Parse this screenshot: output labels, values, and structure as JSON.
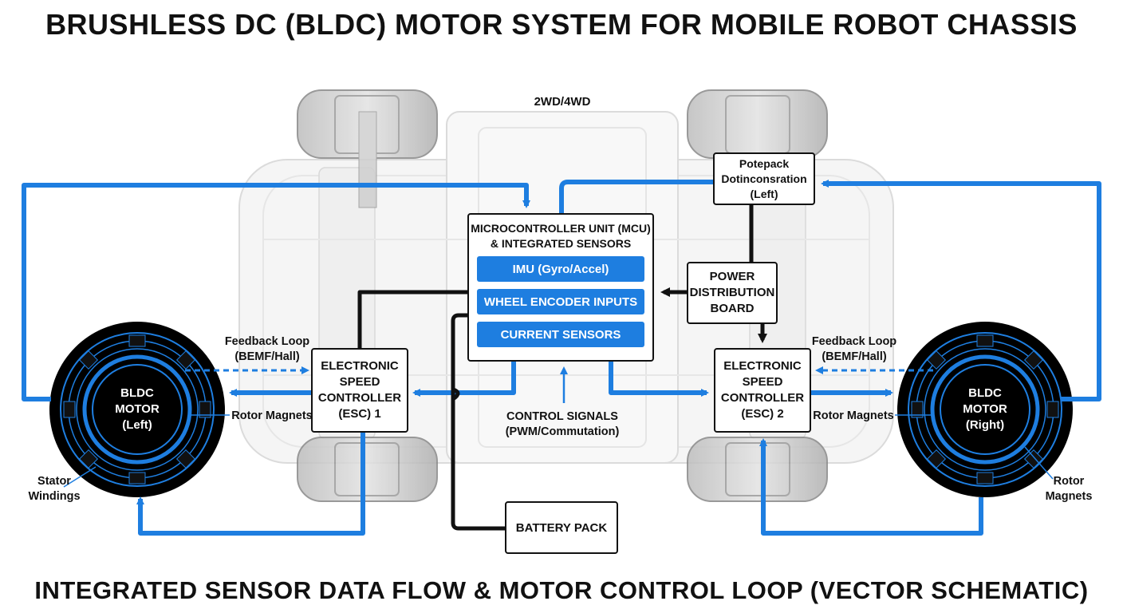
{
  "title": "BRUSHLESS DC (BLDC) MOTOR SYSTEM FOR MOBILE ROBOT CHASSIS",
  "subtitle": "INTEGRATED SENSOR DATA FLOW & MOTOR CONTROL LOOP (VECTOR SCHEMATIC)",
  "chassis_label": "2WD/4WD",
  "colors": {
    "accent": "#1e7ee0",
    "line": "#111111",
    "motor_bg": "#000000"
  },
  "mcu": {
    "title_line1": "MICROCONTROLLER UNIT (MCU)",
    "title_line2": "& INTEGRATED SENSORS",
    "sensors": [
      "IMU (Gyro/Accel)",
      "WHEEL ENCODER INPUTS",
      "CURRENT SENSORS"
    ]
  },
  "potb": {
    "line1": "Potepack",
    "line2": "Dotinconsration",
    "line3": "(Left)"
  },
  "pdb": {
    "line1": "POWER",
    "line2": "DISTRIBUTION",
    "line3": "BOARD"
  },
  "esc1": {
    "line1": "ELECTRONIC",
    "line2": "SPEED",
    "line3": "CONTROLLER",
    "line4": "(ESC) 1"
  },
  "esc2": {
    "line1": "ELECTRONIC",
    "line2": "SPEED",
    "line3": "CONTROLLER",
    "line4": "(ESC) 2"
  },
  "battery": "BATTERY PACK",
  "control_signals": {
    "line1": "CONTROL SIGNALS",
    "line2": "(PWM/Commutation)"
  },
  "feedback_left": {
    "line1": "Feedback Loop",
    "line2": "(BEMF/Hall)"
  },
  "feedback_right": {
    "line1": "Feedback Loop",
    "line2": "(BEMF/Hall)"
  },
  "rotor_left": "Rotor Magnets",
  "rotor_right": "Rotor Magnets",
  "stator_left": {
    "line1": "Stator",
    "line2": "Windings"
  },
  "rotor_magnets_right": {
    "line1": "Rotor",
    "line2": "Magnets"
  },
  "motor_left": {
    "line1": "BLDC",
    "line2": "MOTOR",
    "line3": "(Left)"
  },
  "motor_right": {
    "line1": "BLDC",
    "line2": "MOTOR",
    "line3": "(Right)"
  }
}
